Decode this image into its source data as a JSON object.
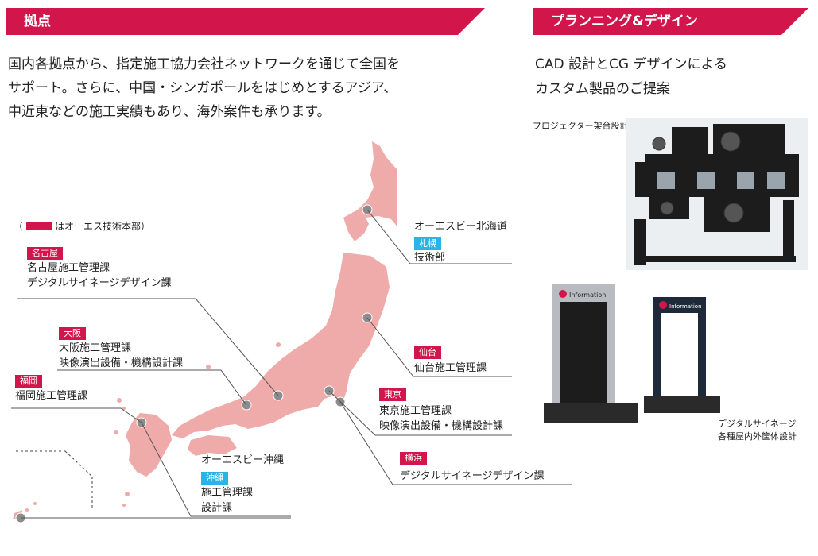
{
  "sections": {
    "bases_title": "拠点",
    "planning_title": "プランニング&デザイン"
  },
  "intro": {
    "line1": "国内各拠点から、指定施工協力会社ネットワークを通じて全国を",
    "line2": "サポート。さらに、中国・シンガポールをはじめとするアジア、",
    "line3": "中近東などの施工実績もあり、海外案件も承ります。"
  },
  "planning": {
    "line1": "CAD 設計とCG デザインによる",
    "line2": "カスタム製品のご提案",
    "projector_caption": "プロジェクター架台設計",
    "signage_caption_1": "デジタルサイネージ",
    "signage_caption_2": "各種屋内外筐体設計",
    "panel_label": "Information"
  },
  "legend": {
    "open": "（",
    "text": "はオーエス技術本部）"
  },
  "locations": {
    "hokkaido": {
      "title": "オーエスビー北海道",
      "tag": "札幌",
      "lines": [
        "技術部"
      ]
    },
    "nagoya": {
      "tag": "名古屋",
      "lines": [
        "名古屋施工管理課",
        "デジタルサイネージデザイン課"
      ]
    },
    "osaka": {
      "tag": "大阪",
      "lines": [
        "大阪施工管理課",
        "映像演出設備・機構設計課"
      ]
    },
    "fukuoka": {
      "tag": "福岡",
      "lines": [
        "福岡施工管理課"
      ]
    },
    "sendai": {
      "tag": "仙台",
      "lines": [
        "仙台施工管理課"
      ]
    },
    "tokyo": {
      "tag": "東京",
      "lines": [
        "東京施工管理課",
        "映像演出設備・機構設計課"
      ]
    },
    "yokohama": {
      "tag": "横浜",
      "lines": [
        "デジタルサイネージデザイン課"
      ]
    },
    "okinawa": {
      "title": "オーエスビー沖縄",
      "tag": "沖縄",
      "lines": [
        "施工管理課",
        "設計課"
      ]
    }
  },
  "colors": {
    "brand_red": "#d2164c",
    "tag_blue": "#2bb3e8",
    "map_pink": "#efaaaa",
    "marker_gray": "#8c8c8c"
  }
}
